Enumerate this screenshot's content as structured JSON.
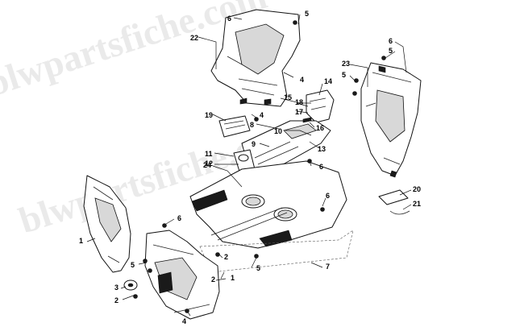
{
  "watermark": {
    "text": "blwpartsfiche.com",
    "color": "#d9d9d9"
  },
  "colors": {
    "line": "#111111",
    "shade": "#d8d8d8",
    "background": "#ffffff"
  },
  "callouts": [
    {
      "id": "c22",
      "label": "22"
    },
    {
      "id": "c6a",
      "label": "6"
    },
    {
      "id": "c5a",
      "label": "5"
    },
    {
      "id": "c4a",
      "label": "4"
    },
    {
      "id": "c23",
      "label": "23"
    },
    {
      "id": "c6b",
      "label": "6"
    },
    {
      "id": "c5b",
      "label": "5"
    },
    {
      "id": "c5c",
      "label": "5"
    },
    {
      "id": "c14",
      "label": "14"
    },
    {
      "id": "c15",
      "label": "15"
    },
    {
      "id": "c18",
      "label": "18"
    },
    {
      "id": "c17",
      "label": "17"
    },
    {
      "id": "c19",
      "label": "19"
    },
    {
      "id": "c4b",
      "label": "4"
    },
    {
      "id": "c8",
      "label": "8"
    },
    {
      "id": "c10",
      "label": "10"
    },
    {
      "id": "c16",
      "label": "16"
    },
    {
      "id": "c9",
      "label": "9"
    },
    {
      "id": "c13",
      "label": "13"
    },
    {
      "id": "c11",
      "label": "11"
    },
    {
      "id": "c12",
      "label": "12"
    },
    {
      "id": "c24",
      "label": "24"
    },
    {
      "id": "c6c",
      "label": "6"
    },
    {
      "id": "c6d",
      "label": "6"
    },
    {
      "id": "c20",
      "label": "20"
    },
    {
      "id": "c21",
      "label": "21"
    },
    {
      "id": "c6e",
      "label": "6"
    },
    {
      "id": "c1a",
      "label": "1"
    },
    {
      "id": "c5d",
      "label": "5"
    },
    {
      "id": "c2a",
      "label": "2"
    },
    {
      "id": "c3",
      "label": "3"
    },
    {
      "id": "c2b",
      "label": "2"
    },
    {
      "id": "c5e",
      "label": "5"
    },
    {
      "id": "c2c",
      "label": "2"
    },
    {
      "id": "c1b",
      "label": "1"
    },
    {
      "id": "c7",
      "label": "7"
    },
    {
      "id": "c4c",
      "label": "4"
    }
  ]
}
